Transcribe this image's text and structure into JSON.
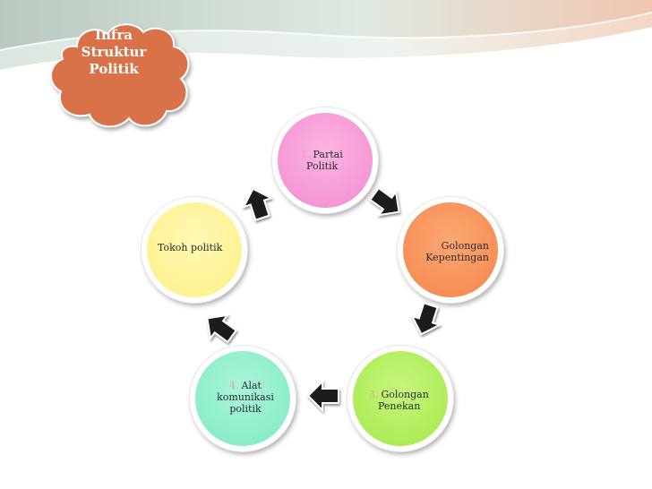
{
  "cloud": {
    "text_line1": "Infra",
    "text_line2": "Struktur",
    "text_line3": "Politik"
  },
  "nodes": {
    "partai": {
      "num": "1.",
      "line1": "Partai",
      "line2": "Politik"
    },
    "golongan_kepentingan": {
      "num": "2.",
      "line1": "Golongan",
      "line2": "Kepentingan"
    },
    "golongan_penekan": {
      "num": "3.",
      "line1": "Golongan",
      "line2": "Penekan"
    },
    "alat_komunikasi": {
      "num": "4.",
      "line1": "Alat",
      "line2": "komunikasi",
      "line3": "politik"
    },
    "tokoh_politik": {
      "line1": "Tokoh politik"
    }
  },
  "colors": {
    "partai": "#f79ad6",
    "golongan_kepentingan": "#f8955a",
    "golongan_penekan": "#b2ef5c",
    "alat_komunikasi": "#8ff0cc",
    "tokoh_politik": "#fdf598",
    "cloud": "#d9714a",
    "arrow": "#1a1a1a"
  }
}
